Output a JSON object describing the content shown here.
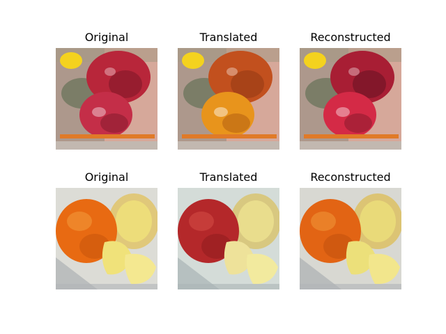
{
  "figure": {
    "rows": [
      {
        "subject": "apples",
        "panels": [
          {
            "title": "Original",
            "variant": "red-apples"
          },
          {
            "title": "Translated",
            "variant": "orange-apples"
          },
          {
            "title": "Reconstructed",
            "variant": "red-apples"
          }
        ]
      },
      {
        "subject": "orange",
        "panels": [
          {
            "title": "Original",
            "variant": "orange-fruit"
          },
          {
            "title": "Translated",
            "variant": "red-fruit"
          },
          {
            "title": "Reconstructed",
            "variant": "orange-fruit"
          }
        ]
      }
    ]
  },
  "colors": {
    "red_apple": "#b8263a",
    "red_apple_dark": "#6e1424",
    "orange_apple": "#d9661c",
    "orange_apple_dark": "#8a3412",
    "orange_fruit": "#e86a12",
    "red_fruit": "#b4282a",
    "pith": "#f0e27a",
    "cloth": "#dcdcd6"
  }
}
